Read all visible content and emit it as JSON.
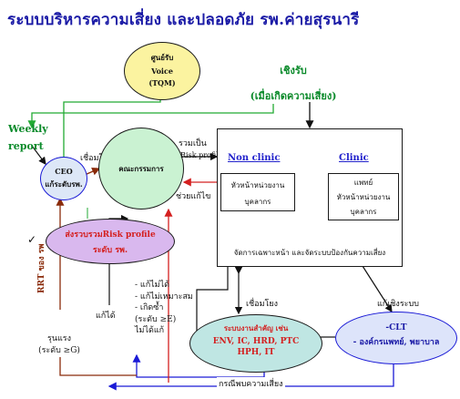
{
  "title": "ระบบบริหารความเสี่ยง และปลอดภัย รพ.ค่ายสุรนารี",
  "nodes": {
    "voice": {
      "line1": "ศูนย์รับ",
      "line2": "Voice",
      "line3": "(TQM)"
    },
    "proactive": {
      "line1": "เชิงรับ",
      "line2": "(เมื่อเกิดความเสี่ยง)"
    },
    "weekly": {
      "line1": "Weekly",
      "line2": "report"
    },
    "ceo": {
      "line1": "CEO",
      "line2": "แก้ระดับรพ."
    },
    "committee": {
      "label": "คณะกรรมการ"
    },
    "nonclinic": {
      "title": "Non clinic",
      "box_line1": "หัวหน้าหน่วยงาน",
      "box_line2": "บุคลากร"
    },
    "clinic": {
      "title": "Clinic",
      "box_line1": "แพทย์",
      "box_line2": "หัวหน้าหน่วยงาน",
      "box_line3": "บุคลากร"
    },
    "manage": {
      "label": "จัดการเฉพาะหน้า และจัดระบบป้องกันความเสี่ยง"
    },
    "profile": {
      "line1": "ส่งรวบรวมRisk profile",
      "line2": "ระดับ รพ."
    },
    "systems": {
      "line1": "ระบบงานสำคัญ เช่น",
      "line2": "ENV, IC, HRD, PTC",
      "line3": "HPH, IT"
    },
    "clt": {
      "line1": "-CLT",
      "line2": "- องค์กรแพทย์, พยาบาล"
    }
  },
  "labels": {
    "connect_left": "เชื่อมโยง",
    "gather": "รวมเป็น",
    "risk_profile": "Risk profile",
    "help_fix": "ช่วยแก้ไข",
    "rrt": "RRT ของ รพ",
    "fix": "แก้ได้",
    "bullet1": "- แก้ไม่ได้",
    "bullet2": "- แก้ไม่เหมาะสม",
    "bullet3": "- เกิดซ้ำ",
    "bullet4": "(ระดับ ≥E)",
    "bullet5": "ไม่ได้แก้",
    "severe1": "รุนแรง",
    "severe2": "(ระดับ ≥G)",
    "connect_mid": "เชื่อมโยง",
    "fix_system": "แก้เชิงระบบ",
    "bottom": "กรณีพบความเสี่ยง"
  },
  "colors": {
    "title": "#1a1aa6",
    "green_text": "#0a8a2a",
    "voice_fill": "#fbf3a0",
    "ceo_fill": "#dde7f7",
    "committee_fill": "#caf2d2",
    "profile_fill": "#d9b8ee",
    "systems_fill": "#bfe6e3",
    "clt_fill": "#dde4fa",
    "blue_line": "#1a1ad6",
    "red_line": "#d42020",
    "brown_line": "#8a2b0a",
    "green_line": "#22aa33",
    "black_line": "#111111"
  }
}
